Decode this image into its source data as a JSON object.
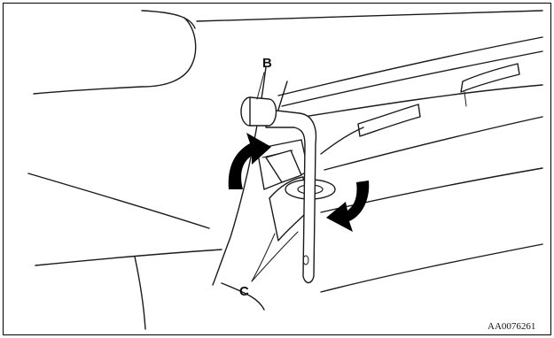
{
  "figure": {
    "labels": {
      "b": "B",
      "c": "C"
    },
    "code": "AA0076261"
  },
  "colors": {
    "stroke": "#1a1a1a",
    "background": "#ffffff",
    "frame": "#000000"
  }
}
